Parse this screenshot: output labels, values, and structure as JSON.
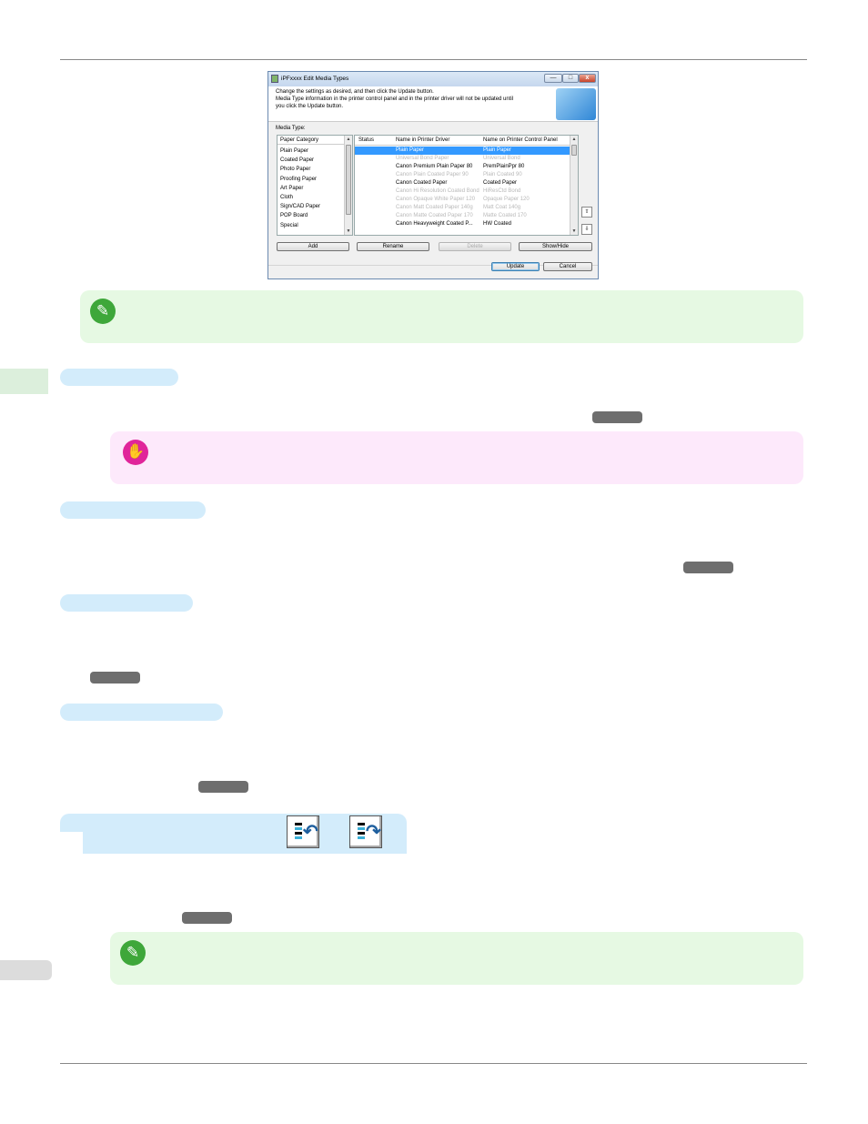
{
  "dialog": {
    "title": "iPFxxxx Edit Media Types",
    "window_buttons": {
      "minimize": "—",
      "maximize": "□",
      "close": "x"
    },
    "instructions": [
      "Change the settings as desired, and then click the Update button.",
      "Media Type information in the printer control panel and in the printer driver will not be updated until",
      "you click the Update button."
    ],
    "media_type_label": "Media Type:",
    "category_header": "Paper Category",
    "categories": [
      "Plain Paper",
      "Coated Paper",
      "Photo Paper",
      "Proofing Paper",
      "Art Paper",
      "Cloth",
      "Sign/CAD Paper",
      "POP Board",
      "Special"
    ],
    "columns": [
      "Status",
      "Name in Printer Driver",
      "Name on Printer Control Panel"
    ],
    "rows": [
      {
        "driver": "Plain Paper",
        "panel": "Plain Paper",
        "state": "selected"
      },
      {
        "driver": "Universal Bond Paper",
        "panel": "Universal Bond",
        "state": "dim"
      },
      {
        "driver": "Canon Premium Plain Paper 80",
        "panel": "PremPlainPpr 80",
        "state": "normal"
      },
      {
        "driver": "Canon Plain Coated Paper 90",
        "panel": "Plain Coated 90",
        "state": "dim"
      },
      {
        "driver": "Canon Coated Paper",
        "panel": "Coated Paper",
        "state": "normal"
      },
      {
        "driver": "Canon Hi Resolution Coated Bond",
        "panel": "HiResCtd Bond",
        "state": "dim"
      },
      {
        "driver": "Canon Opaque White Paper 120",
        "panel": "Opaque Paper 120",
        "state": "dim"
      },
      {
        "driver": "Canon Matt Coated Paper 140g",
        "panel": "Matt Coat 140g",
        "state": "dim"
      },
      {
        "driver": "Canon Matte Coated Paper 170",
        "panel": "Matte Coated 170",
        "state": "dim"
      },
      {
        "driver": "Canon Heavyweight Coated P...",
        "panel": "HW Coated",
        "state": "normal"
      }
    ],
    "buttons": {
      "add": "Add",
      "rename": "Rename",
      "delete": "Delete",
      "show_hide": "Show/Hide",
      "update": "Update",
      "cancel": "Cancel"
    }
  },
  "icons": {
    "note": "✎",
    "important": "✋"
  }
}
